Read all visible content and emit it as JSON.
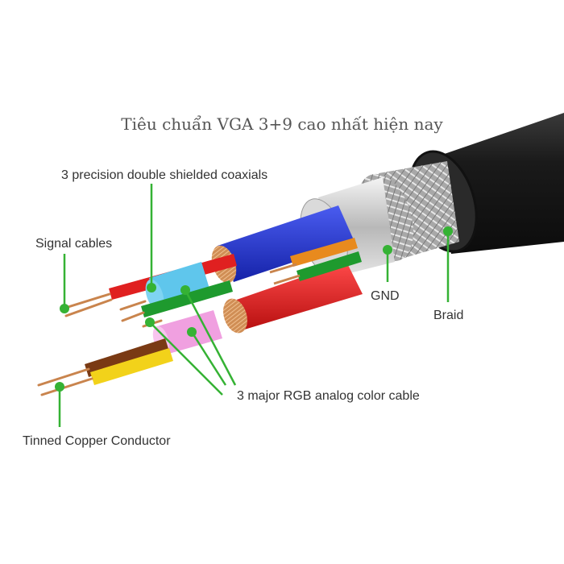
{
  "title": "Tiêu chuẩn VGA 3+9 cao nhất hiện nay",
  "labels": {
    "coaxials": "3 precision double shielded coaxials",
    "signal": "Signal cables",
    "gnd": "GND",
    "braid": "Braid",
    "rgb": "3 major RGB analog color cable",
    "tinned": "Tinned Copper Conductor"
  },
  "colors": {
    "leader": "#35b234",
    "jacket": "#1e1e1e",
    "foil": "#cfcfcf",
    "blue": "#2233cc",
    "red": "#e02020",
    "green": "#1e9a2e",
    "orange": "#e88a1e",
    "cyan": "#5fc6ec",
    "pink": "#f0a0e0",
    "yellow": "#f2d21a",
    "brown": "#7a3a14",
    "copper": "#c9844d"
  }
}
